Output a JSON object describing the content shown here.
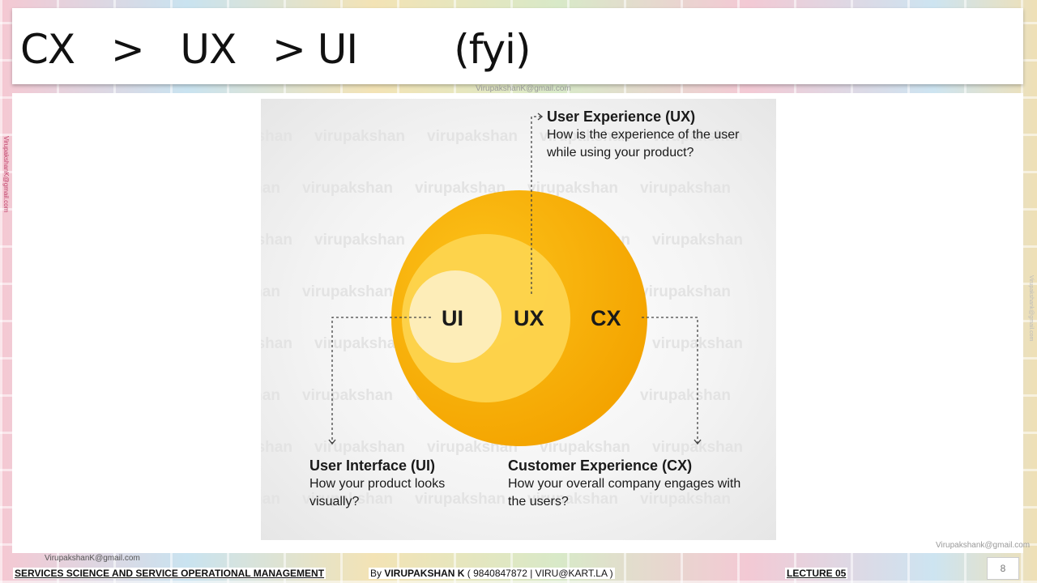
{
  "slide": {
    "title": "CX   >   UX   > UI        (fyi)",
    "side_email": "VirupakshanK@gmail.com",
    "page_number": "8"
  },
  "figure": {
    "circles": [
      {
        "label": "UI",
        "color": "#fdeab0"
      },
      {
        "label": "UX",
        "color": "#fdd34a"
      },
      {
        "label": "CX",
        "color": "#f9b000"
      }
    ],
    "ux_callout": {
      "heading": "User Experience (UX)",
      "body": "How is the experience of the user while using your product?"
    },
    "ui_callout": {
      "heading": "User Interface (UI)",
      "body": "How your product looks visually?"
    },
    "cx_callout": {
      "heading": "Customer Experience (CX)",
      "body": "How your overall company engages with the users?"
    },
    "watermark": "virupakshan",
    "inner_email": "VirupakshanK@gmail.com",
    "corner_email": "Virupakshank@gmail.com"
  },
  "footer": {
    "course": "SERVICES SCIENCE AND SERVICE OPERATIONAL MANAGEMENT",
    "by_prefix": "By ",
    "author": "VIRUPAKSHAN K",
    "contact": " ( 9840847872   | VIRU@KART.LA )",
    "lecture": "LECTURE 05",
    "email": "VirupakshanK@gmail.com"
  }
}
